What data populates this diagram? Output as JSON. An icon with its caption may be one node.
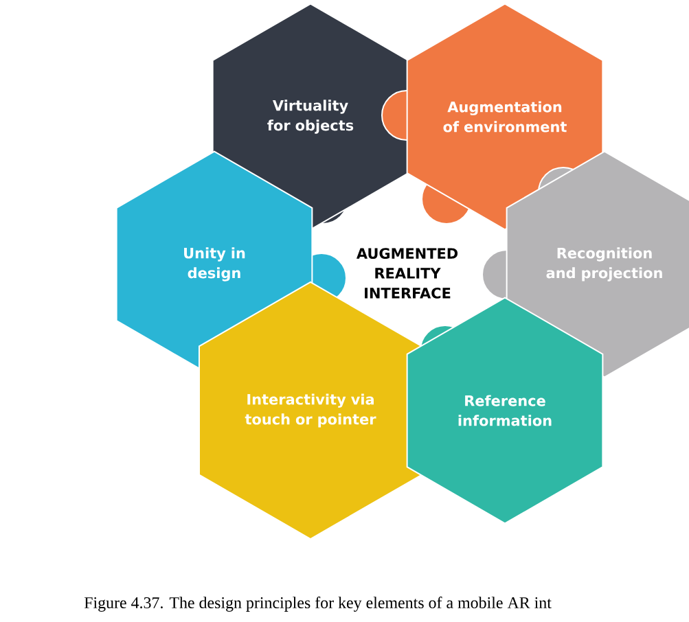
{
  "diagram": {
    "caption": "Figure 4.37. The design principles for key elements of a mobile AR int",
    "nodes": [
      {
        "text": [
          "Virtuality for objects"
        ]
      },
      {
        "text": [
          "Augmentation of environment"
        ]
      },
      {
        "text": [
          "Unity in design"
        ]
      },
      {
        "text": [
          "AUGMENTED REALITY INTERFACE"
        ]
      },
      {
        "text": [
          "Recognition and projection"
        ]
      },
      {
        "text": [
          "Interactivity via touch or pointer"
        ]
      },
      {
        "text": [
          "Reference information"
        ]
      }
    ]
  }
}
